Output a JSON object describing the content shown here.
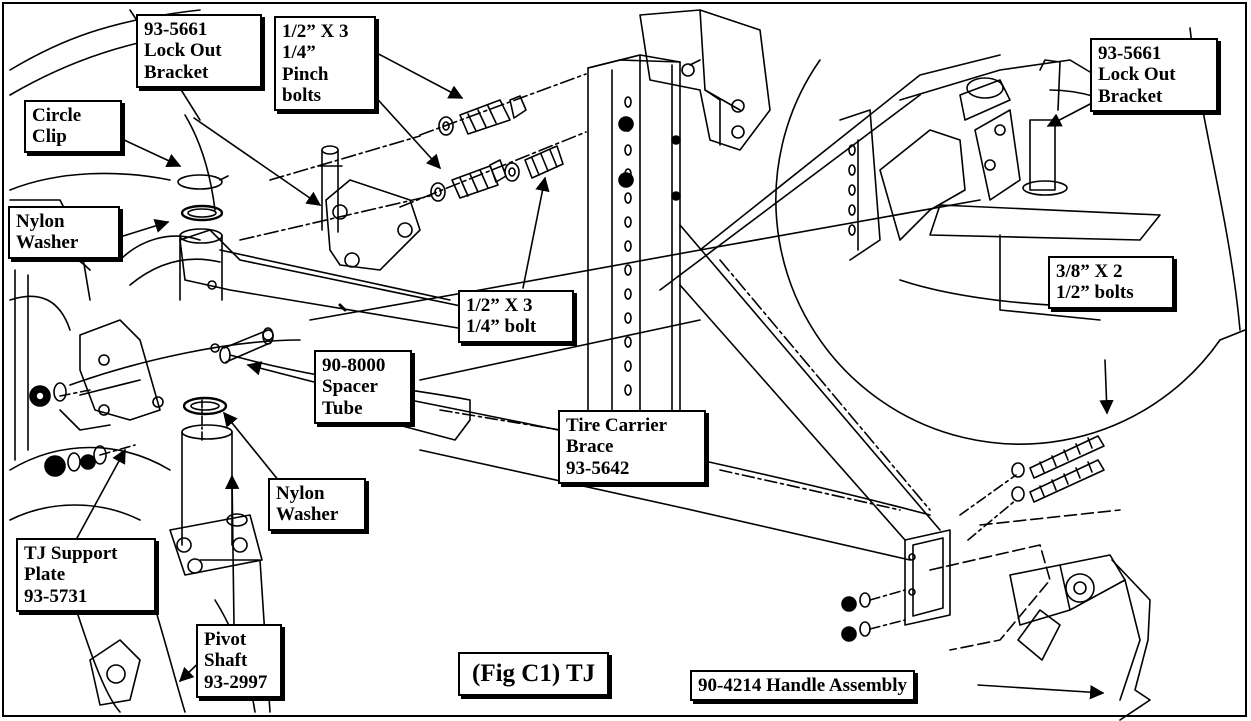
{
  "figure_title": "(Fig C1) TJ",
  "callouts": {
    "lockout_bracket_left": "93-5661\nLock Out\nBracket",
    "pinch_bolts": "1/2” X 3\n1/4”\nPinch\nbolts",
    "circle_clip": "Circle\nClip",
    "nylon_washer_upper": "Nylon\nWasher",
    "bolt_half_inch": "1/2” X 3\n1/4” bolt",
    "spacer_tube": "90-8000\nSpacer\nTube",
    "tire_carrier_brace": "Tire Carrier\nBrace\n93-5642",
    "nylon_washer_lower": "Nylon\nWasher",
    "support_plate": "TJ Support\nPlate\n93-5731",
    "pivot_shaft": "Pivot\nShaft\n93-2997",
    "lockout_bracket_right": "93-5661\nLock Out\nBracket",
    "bolts_three_eighths": "3/8” X 2\n1/2” bolts",
    "handle_assembly": "90-4214 Handle Assembly"
  },
  "colors": {
    "line": "#000000",
    "background": "#ffffff"
  }
}
